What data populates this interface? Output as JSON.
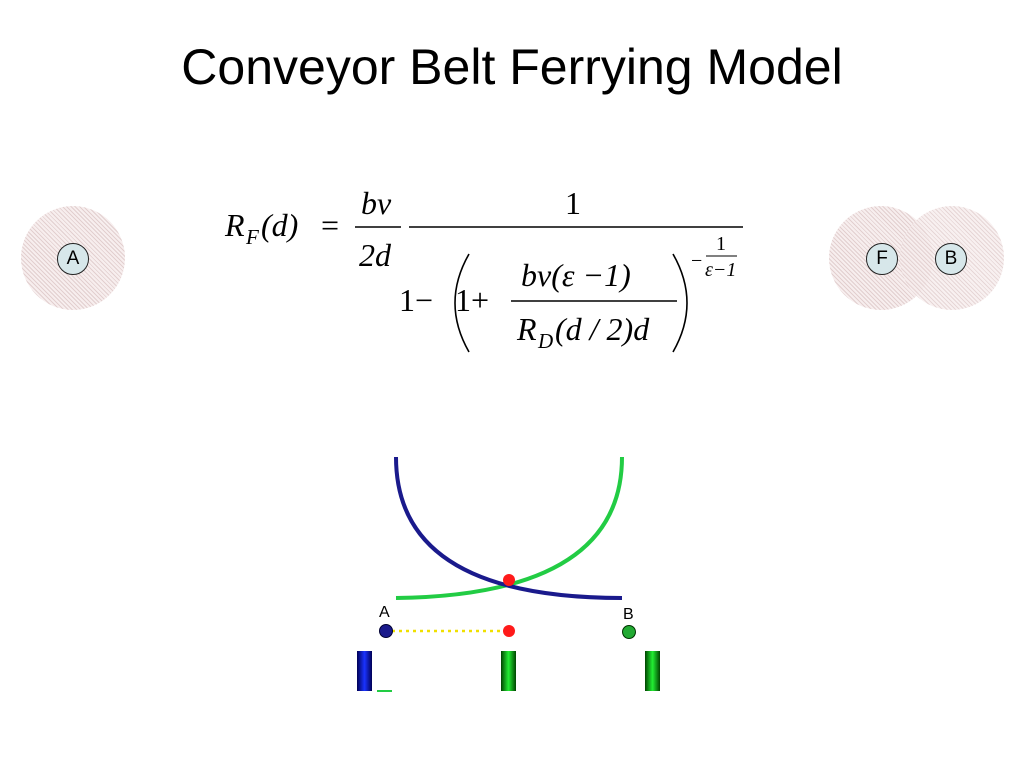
{
  "slide": {
    "title": "Conveyor Belt Ferrying Model"
  },
  "nodes": {
    "left_label": "A",
    "ferry_label": "F",
    "right_label": "B"
  },
  "formula": {
    "lhs_R": "R",
    "lhs_sub": "F",
    "lhs_arg": "(d)",
    "equals": "=",
    "frac1_num": "bv",
    "frac1_den": "2d",
    "frac2_num": "1",
    "den_one_minus": "1−",
    "inner_one_plus": "1+",
    "inner_num": "bv(ε −1)",
    "inner_den_R": "R",
    "inner_den_sub": "D",
    "inner_den_rest": "(d / 2)d",
    "exp_minus": "−",
    "exp_num": "1",
    "exp_den": "ε−1"
  },
  "diagram": {
    "label_a": "A",
    "label_b": "B",
    "colors": {
      "curve_a": "#1a1a8c",
      "curve_b": "#22cc44",
      "intersection": "#ff1a1a",
      "dots": "#f0e000"
    }
  }
}
